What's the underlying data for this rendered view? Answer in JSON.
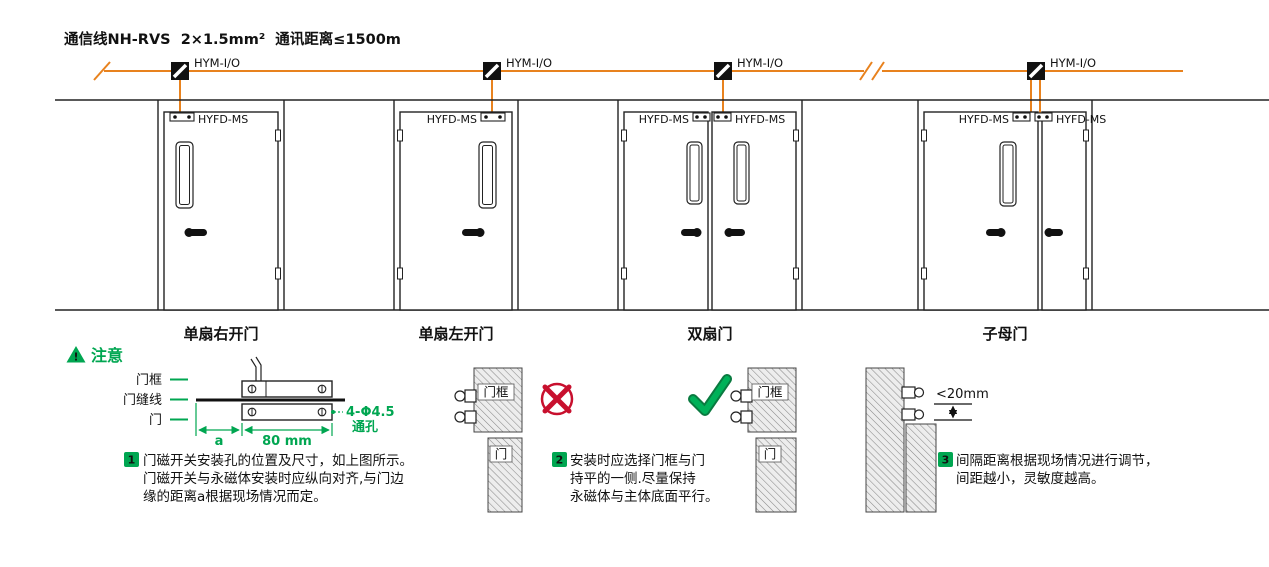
{
  "header": {
    "comm_line_label": "通信线NH-RVS  2×1.5mm²  通讯距离≤1500m",
    "module_label": "HYM-I/O",
    "switch_label": "HYFD-MS"
  },
  "doors": [
    {
      "label": "单扇右开门"
    },
    {
      "label": "单扇左开门"
    },
    {
      "label": "双扇门"
    },
    {
      "label": "子母门"
    }
  ],
  "notice": {
    "warning_mark": "!",
    "title": "注意",
    "mount": {
      "frame_label": "门框",
      "gap_label": "门缝线",
      "door_label": "门",
      "dim_a": "a",
      "dim_80": "80 mm",
      "holes_line1": "4-Φ4.5",
      "holes_line2": "通孔"
    },
    "side_wrong": {
      "frame_label": "门框",
      "door_label": "门"
    },
    "side_correct": {
      "frame_label": "门框",
      "door_label": "门"
    },
    "gap": {
      "dim_label": "<20mm"
    },
    "items": [
      {
        "num": "1",
        "lines": [
          "门磁开关安装孔的位置及尺寸，如上图所示。",
          "门磁开关与永磁体安装时应纵向对齐,与门边",
          "缘的距离a根据现场情况而定。"
        ]
      },
      {
        "num": "2",
        "lines": [
          "安装时应选择门框与门",
          "持平的一侧.尽量保持",
          "永磁体与主体底面平行。"
        ]
      },
      {
        "num": "3",
        "lines": [
          "间隔距离根据现场情况进行调节，",
          "间距越小，灵敏度越高。"
        ]
      }
    ]
  },
  "colors": {
    "line": "#e8821e",
    "accent": "#00a651",
    "wrong": "#c8102e"
  }
}
